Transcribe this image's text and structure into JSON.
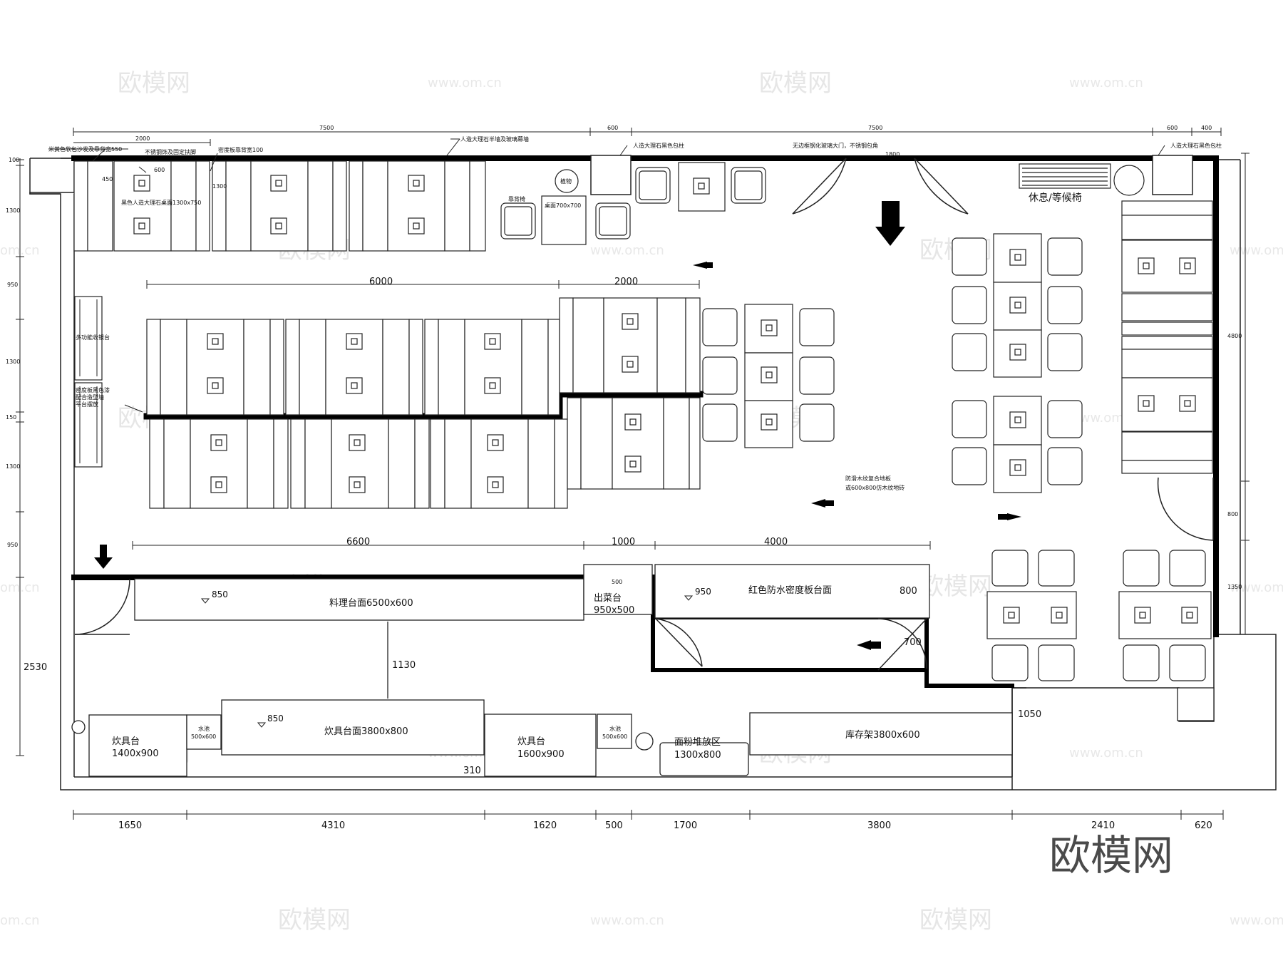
{
  "brand": {
    "logo_text": "欧模网",
    "watermark": "欧模网",
    "watermark_url": "www.om.cn",
    "watermark_edge": "om.cn"
  },
  "colors": {
    "wall": "#000000",
    "line": "#222222",
    "watermark": "#e6e6e6"
  },
  "top_dims": {
    "d_2000": "2000",
    "d_7500a": "7500",
    "d_600": "600",
    "d_7500b": "7500",
    "d_600b": "600",
    "d_400": "400"
  },
  "left_dims": {
    "d_100": "100",
    "d_1300a": "1300",
    "d_950a": "950",
    "d_1300b": "1300",
    "d_150": "150",
    "d_1300c": "1300",
    "d_950b": "950",
    "d_2530": "2530"
  },
  "right_dims": {
    "d_4800": "4800",
    "d_800": "800",
    "d_1350": "1350"
  },
  "bottom_dims": {
    "d_1650": "1650",
    "d_4310": "4310",
    "d_1620": "1620",
    "d_500": "500",
    "d_1700": "1700",
    "d_3800": "3800",
    "d_2410": "2410",
    "d_620": "620"
  },
  "interior_dims": {
    "d_6000": "6000",
    "d_2000b": "2000",
    "d_6600": "6600",
    "d_1000": "1000",
    "d_4000": "4000",
    "d_1130": "1130",
    "d_700": "700",
    "d_1050": "1050",
    "d_310": "310",
    "d_500b": "500"
  },
  "notes": {
    "sofa": "米黄色软包沙发及靠背宽550",
    "stainless": "不锈钢饰及固定扶脚",
    "board_back": "密度板靠背宽100",
    "marble_wall": "人造大理石半墙及玻璃幕墙",
    "pillar_left": "人造大理石黑色包柱",
    "glass_door": "无边框钢化玻璃大门，不锈钢包角",
    "pillar_right": "人造大理石黑色包柱",
    "table_marble": "黑色人造大理石桌面1300x750",
    "plant": "植物",
    "bar_chair": "靠背椅",
    "table_700": "桌面700x700",
    "rest": "休息/等候椅",
    "cashier": "多功能收银台",
    "board_wall": "密度板黑色漆",
    "board_wall2": "配合造型墙",
    "board_wall3": "平台摆放",
    "floor1": "防滑木纹复合地板",
    "floor2": "或600x800仿木纹地砖",
    "d_1800": "1800",
    "d_450": "450",
    "d_600": "600",
    "d_1300": "1300"
  },
  "kitchen": {
    "prep_counter": "料理台面6500x600",
    "serving": "出菜台",
    "serving_size": "950x500",
    "red_counter": "红色防水密度板台面",
    "h850a": "850",
    "h950": "950",
    "h800": "800",
    "h850b": "850",
    "stove1": "炊具台",
    "stove1_size": "1400x900",
    "sink1": "水池",
    "sink1_size": "500x600",
    "cooker_counter": "炊具台面3800x800",
    "stove2": "炊具台",
    "stove2_size": "1600x900",
    "sink2": "水池",
    "sink2_size": "500x600",
    "flour": "面粉堆放区",
    "flour_size": "1300x800",
    "storage": "库存架3800x600"
  }
}
